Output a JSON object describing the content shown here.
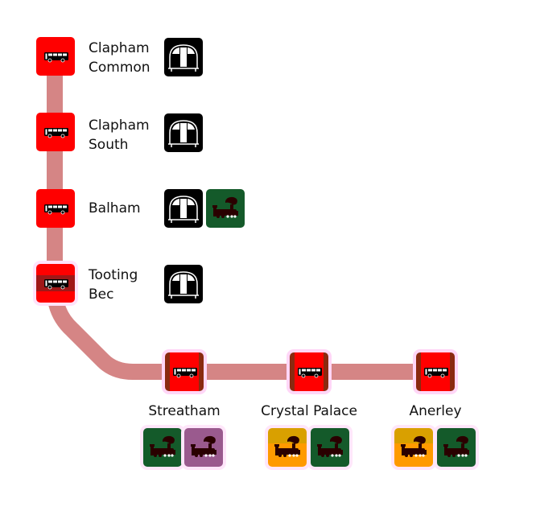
{
  "map": {
    "route_color": "#d58585",
    "stations": [
      {
        "name": "Clapham Common",
        "line1": "Clapham",
        "line2": "Common",
        "stop_type": "bus-icon",
        "connections": [
          "tube-icon"
        ]
      },
      {
        "name": "Clapham South",
        "line1": "Clapham",
        "line2": "South",
        "stop_type": "bus-icon",
        "connections": [
          "tube-icon"
        ]
      },
      {
        "name": "Balham",
        "line1": "Balham",
        "line2": "",
        "stop_type": "bus-icon",
        "connections": [
          "tube-icon",
          "train-icon"
        ]
      },
      {
        "name": "Tooting Bec",
        "line1": "Tooting",
        "line2": "Bec",
        "stop_type": "bus-icon",
        "connections": [
          "tube-icon"
        ]
      },
      {
        "name": "Streatham",
        "line1": "Streatham",
        "line2": "",
        "stop_type": "bus-icon",
        "connections": [
          "train-icon",
          "train-icon"
        ]
      },
      {
        "name": "Crystal Palace",
        "line1": "Crystal Palace",
        "line2": "",
        "stop_type": "bus-icon",
        "connections": [
          "train-icon",
          "train-icon"
        ]
      },
      {
        "name": "Anerley",
        "line1": "Anerley",
        "line2": "",
        "stop_type": "bus-icon",
        "connections": [
          "train-icon",
          "train-icon"
        ]
      }
    ],
    "colors": {
      "bus": "#ff0000",
      "tube": "#000000",
      "rail_green": "#145a2a",
      "rail_purple": "#9a5a8e",
      "rail_orange": "#ff9a00"
    }
  }
}
